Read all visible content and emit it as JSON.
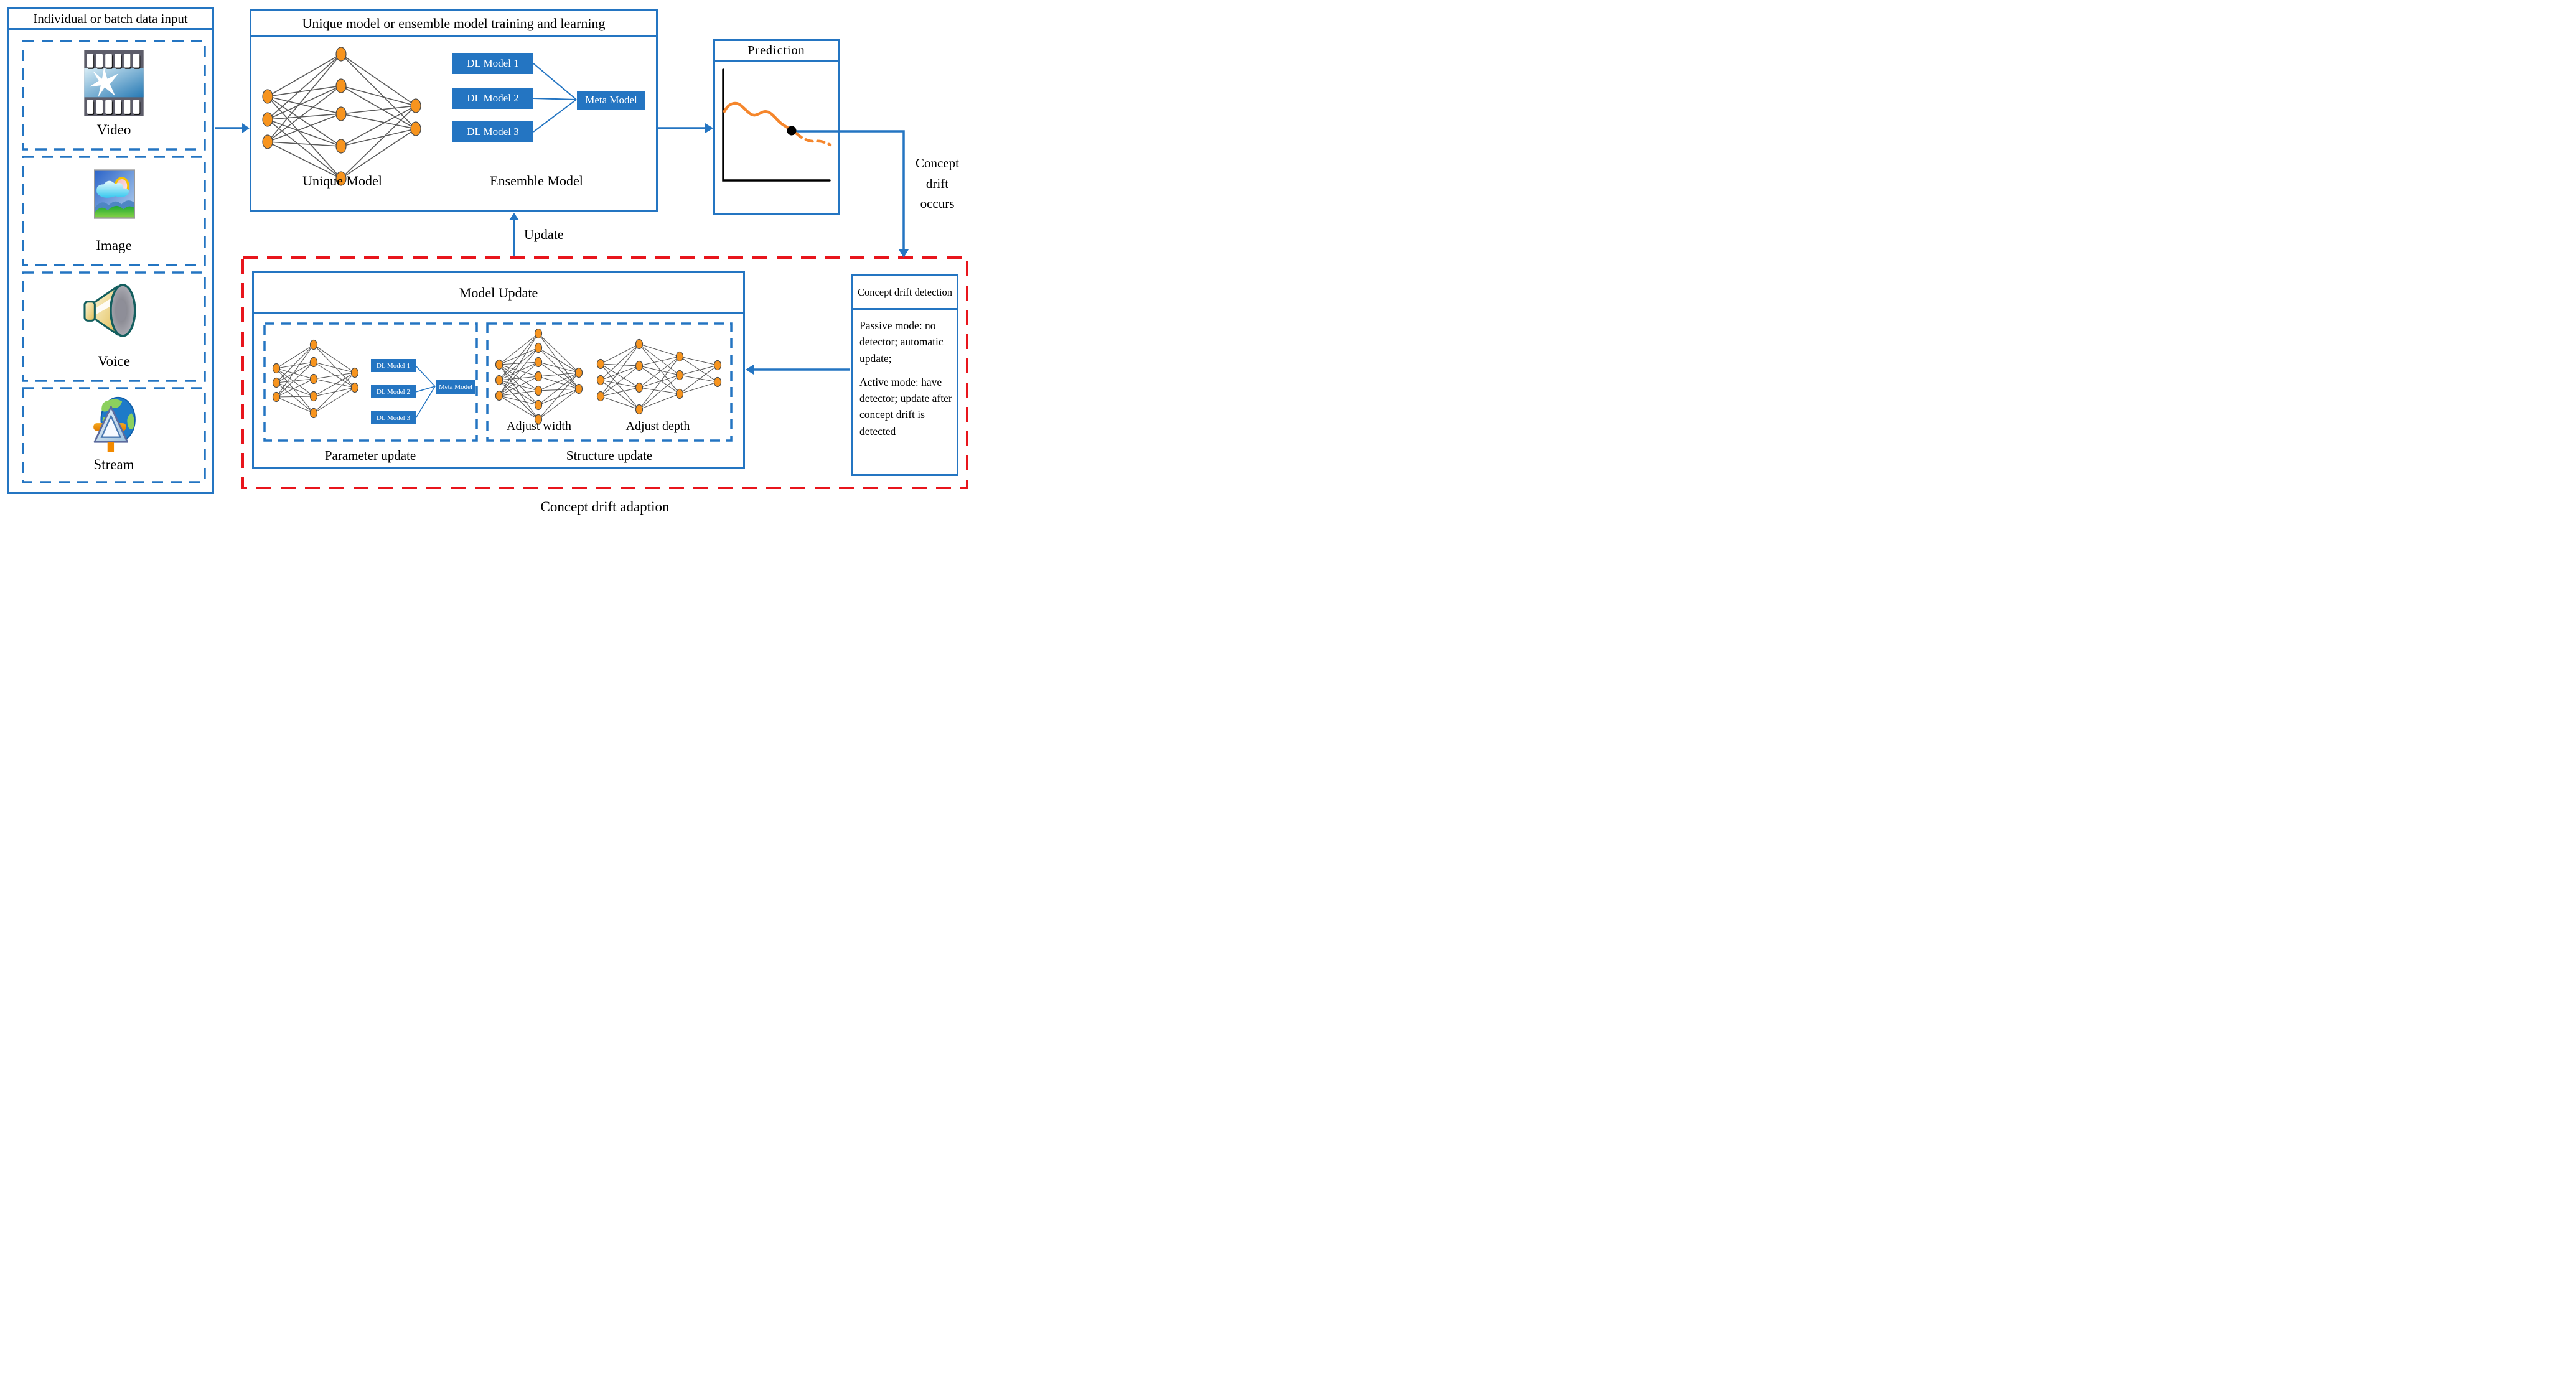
{
  "colors": {
    "blue": "#2475c2",
    "red": "#e8151c",
    "node_orange": "#f7941e",
    "curve_orange": "#f5862c"
  },
  "input_panel": {
    "title": "Individual or batch data input",
    "items": [
      {
        "label": "Video"
      },
      {
        "label": "Image"
      },
      {
        "label": "Voice"
      },
      {
        "label": "Stream"
      }
    ]
  },
  "training": {
    "title": "Unique model or ensemble model training and learning",
    "unique_label": "Unique Model",
    "ensemble_label": "Ensemble Model",
    "dl_models": [
      "DL Model 1",
      "DL Model 2",
      "DL Model 3"
    ],
    "meta_model": "Meta Model"
  },
  "prediction": {
    "title": "Prediction"
  },
  "flow": {
    "concept_drift_occurs": "Concept\ndrift\noccurs",
    "update_label": "Update",
    "adaption_label": "Concept drift adaption"
  },
  "model_update": {
    "title": "Model Update",
    "parameter_label": "Parameter update",
    "structure_label": "Structure update",
    "adjust_width_label": "Adjust width",
    "adjust_depth_label": "Adjust depth",
    "dl_models": [
      "DL Model 1",
      "DL Model 2",
      "DL Model 3"
    ],
    "meta_model": "Meta Model"
  },
  "detection": {
    "title": "Concept drift detection",
    "passive_text": "Passive mode: no\ndetector; automatic\nupdate;",
    "active_text": "Active mode: have\ndetector; update after\nconcept drift is\ndetected"
  }
}
